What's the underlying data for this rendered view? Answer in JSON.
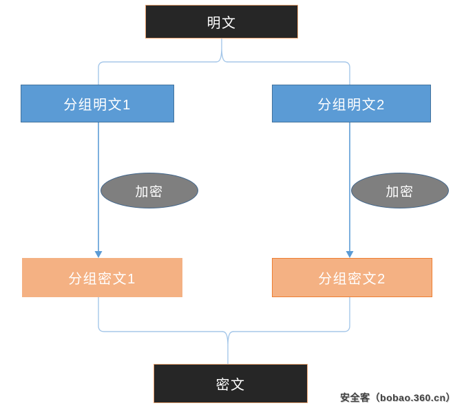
{
  "diagram": {
    "nodes": {
      "plaintext": "明文",
      "block_plain_1": "分组明文1",
      "block_plain_2": "分组明文2",
      "encrypt_left": "加密",
      "encrypt_right": "加密",
      "block_cipher_1": "分组密文1",
      "block_cipher_2": "分组密文2",
      "ciphertext": "密文"
    },
    "colors": {
      "dark-box-fill": "#262626",
      "dark-box-border": "#EDA573",
      "blue-box-fill": "#5B9BD5",
      "blue-box-border": "#41719C",
      "orange-box-fill": "#F4B183",
      "orange-box-border": "#ED7D31",
      "ellipse-fill": "#7F7F7F",
      "ellipse-border": "#3F658C",
      "brace-line": "#A5C7E9",
      "arrow-line": "#5B9BD5",
      "node-text": "#FFFFFF",
      "watermark-text": "#404040"
    }
  },
  "watermark": {
    "text": "安全客（bobao.360.cn）"
  }
}
